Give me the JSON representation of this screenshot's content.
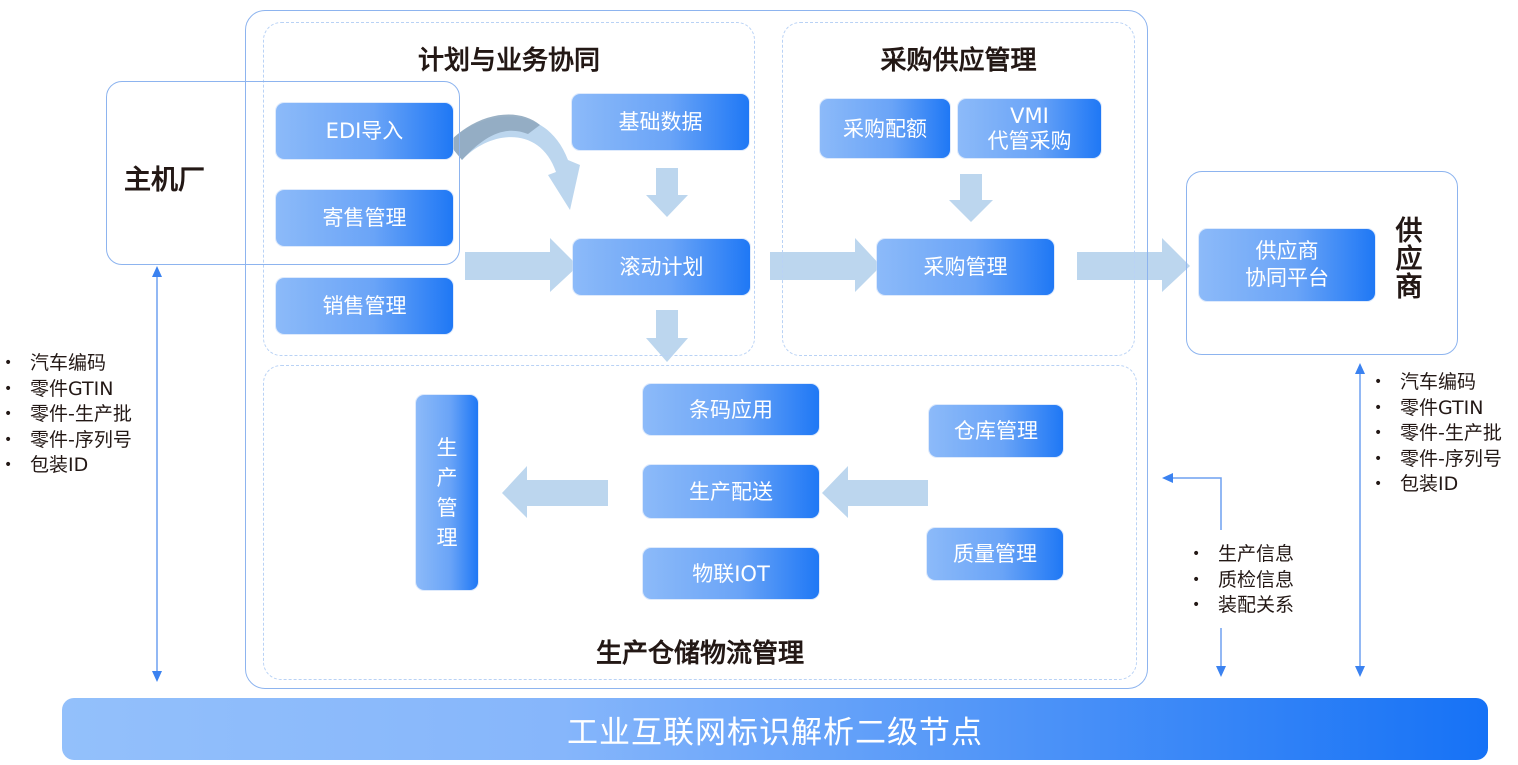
{
  "sections": {
    "planning": {
      "title": "计划与业务协同"
    },
    "procurement": {
      "title": "采购供应管理"
    },
    "production": {
      "title": "生产仓储物流管理"
    }
  },
  "host": {
    "label": "主机厂"
  },
  "supplier": {
    "label_chars": [
      "供",
      "应",
      "商"
    ]
  },
  "planning_items": {
    "edi": "EDI导入",
    "consignment": "寄售管理",
    "sales": "销售管理",
    "base_data": "基础数据",
    "rolling_plan": "滚动计划"
  },
  "procurement_items": {
    "quota": "采购配额",
    "vmi_line1": "VMI",
    "vmi_line2": "代管采购",
    "purchase_mgmt": "采购管理"
  },
  "supplier_platform": {
    "line1": "供应商",
    "line2": "协同平台"
  },
  "production_items": {
    "production_mgmt_chars": [
      "生",
      "产",
      "管",
      "理"
    ],
    "barcode": "条码应用",
    "delivery": "生产配送",
    "iot": "物联IOT",
    "warehouse": "仓库管理",
    "quality": "质量管理"
  },
  "left_bullets": [
    "汽车编码",
    "零件GTIN",
    "零件-生产批",
    "零件-序列号",
    "包装ID"
  ],
  "right_bullets": [
    "汽车编码",
    "零件GTIN",
    "零件-生产批",
    "零件-序列号",
    "包装ID"
  ],
  "middle_bullets": [
    "生产信息",
    "质检信息",
    "装配关系"
  ],
  "bottom_bar": {
    "label": "工业互联网标识解析二级节点"
  },
  "colors": {
    "box_gradient_start": "#8cbaf9",
    "box_gradient_end": "#1f78f5",
    "flow_arrow": "#bcd6ee",
    "frame_border": "#8db4ef",
    "connector": "#3b82f0"
  }
}
